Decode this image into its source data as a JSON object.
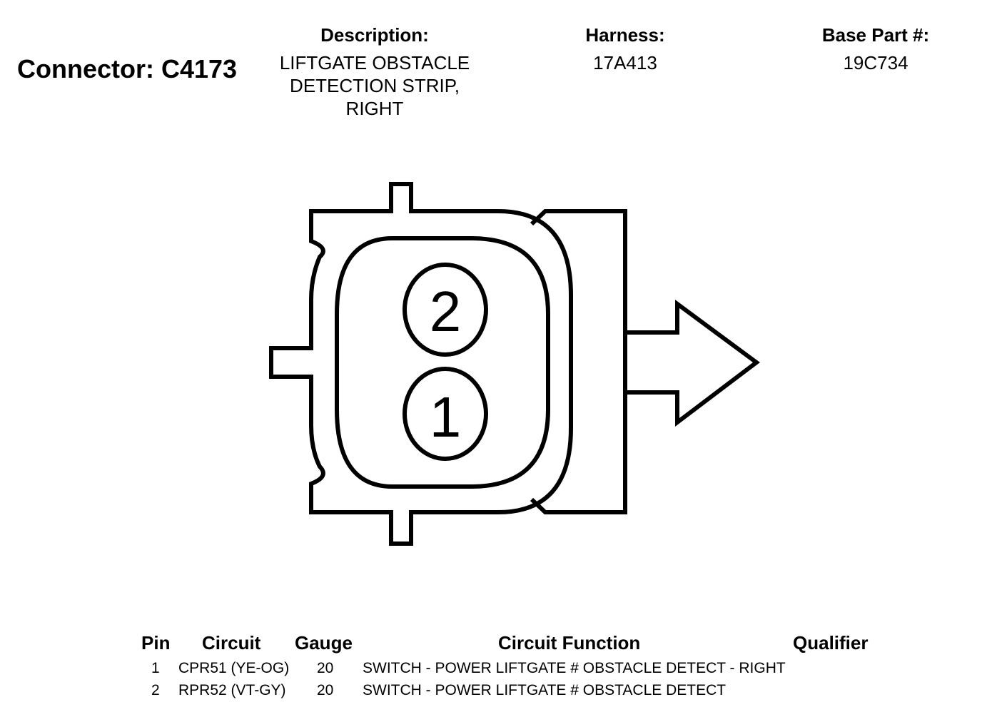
{
  "header": {
    "connector_label": "Connector: C4173",
    "description_label": "Description:",
    "description_lines": [
      "LIFTGATE OBSTACLE",
      "DETECTION STRIP,",
      "RIGHT"
    ],
    "harness_label": "Harness:",
    "harness_value": "17A413",
    "base_part_label": "Base Part #:",
    "base_part_value": "19C734"
  },
  "diagram": {
    "pins": [
      "2",
      "1"
    ]
  },
  "table": {
    "columns": [
      "Pin",
      "Circuit",
      "Gauge",
      "Circuit Function",
      "Qualifier"
    ],
    "rows": [
      {
        "pin": "1",
        "circuit": "CPR51 (YE-OG)",
        "gauge": "20",
        "function": "SWITCH - POWER LIFTGATE # OBSTACLE DETECT - RIGHT",
        "qualifier": ""
      },
      {
        "pin": "2",
        "circuit": "RPR52 (VT-GY)",
        "gauge": "20",
        "function": "SWITCH - POWER LIFTGATE # OBSTACLE DETECT",
        "qualifier": ""
      }
    ]
  }
}
